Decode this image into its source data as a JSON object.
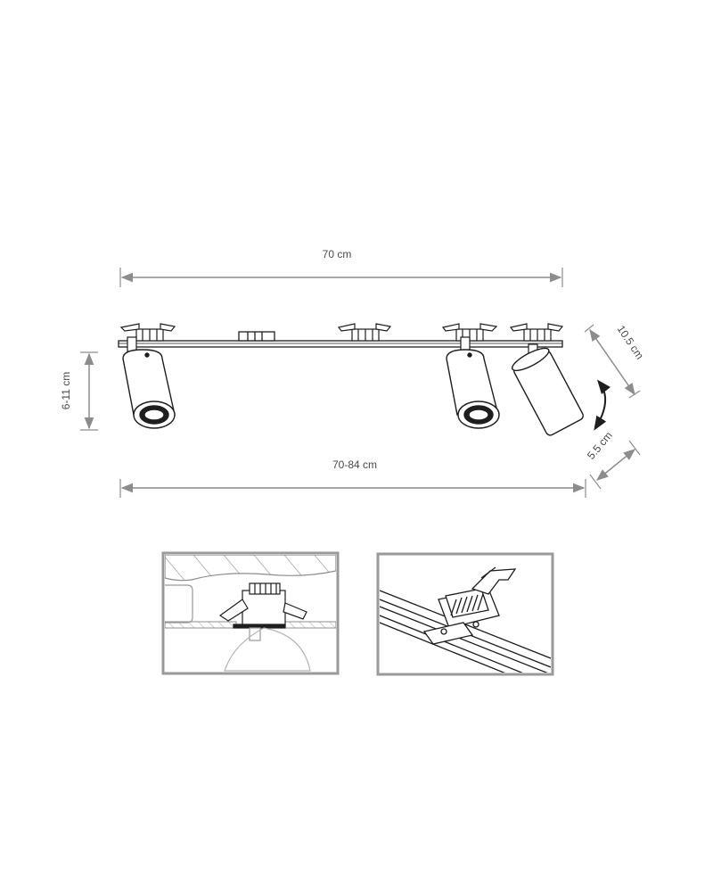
{
  "dimensions": {
    "top_width": "70 cm",
    "bottom_width": "70-84 cm",
    "height_range": "6-11 cm",
    "spot_length": "10.5 cm",
    "spot_diameter": "5.5 cm"
  },
  "colors": {
    "line": "#1e1e1e",
    "dimension": "#8c8c8c",
    "frame": "#9a9a9a",
    "hatch": "#b4b4b4"
  },
  "icons": [
    "rotation-arrow-icon",
    "dimension-arrow-icon"
  ]
}
